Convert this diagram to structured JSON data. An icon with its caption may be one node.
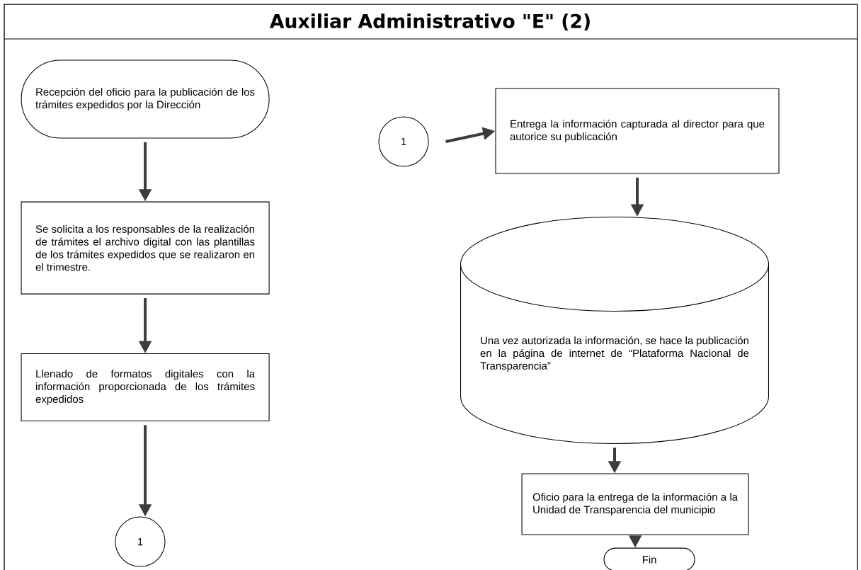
{
  "diagram": {
    "title": "Auxiliar Administrativo \"E\"  (2)",
    "nodes": [
      {
        "text": [
          "Recepción del oficio para la publicación de los trámites expedidos por la Dirección"
        ]
      },
      {
        "text": [
          "Se solicita a los responsables de la realización de trámites el archivo digital con las plantillas de los trámites expedidos que se realizaron en el trimestre."
        ]
      },
      {
        "text": [
          "Llenado de formatos digitales con la información proporcionada de los trámites expedidos"
        ]
      },
      {
        "text": [
          "1"
        ]
      },
      {
        "text": [
          "1"
        ]
      },
      {
        "text": [
          "Entrega la información capturada al director para que autorice su publicación"
        ]
      },
      {
        "text": [
          "Una vez autorizada la información, se hace la publicación en la página de internet de “Plataforma Nacional de Transparencia”"
        ]
      },
      {
        "text": [
          "Oficio para la entrega de la información a la Unidad de Transparencia del municipio"
        ]
      },
      {
        "text": [
          "Fin"
        ]
      }
    ],
    "edges": [
      {
        "from": 0,
        "to": 1,
        "arrow": "to"
      },
      {
        "from": 1,
        "to": 2,
        "arrow": "to"
      },
      {
        "from": 2,
        "to": 3,
        "arrow": "to"
      },
      {
        "from": 4,
        "to": 5,
        "arrow": "to"
      },
      {
        "from": 5,
        "to": 6,
        "arrow": "to"
      },
      {
        "from": 6,
        "to": 7,
        "arrow": "to"
      },
      {
        "from": 7,
        "to": 8,
        "arrow": "to"
      }
    ]
  }
}
